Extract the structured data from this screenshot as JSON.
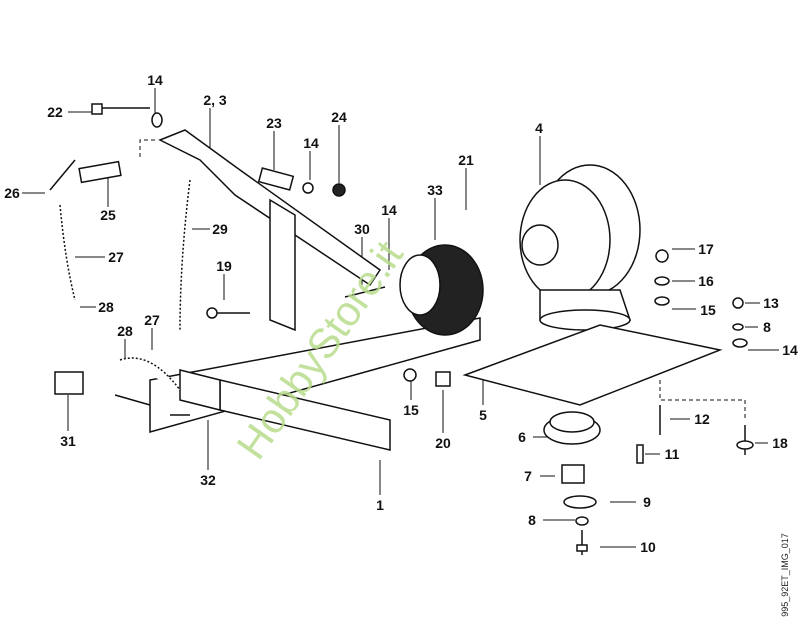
{
  "diagram": {
    "labels": [
      "14",
      "22",
      "2, 3",
      "23",
      "14",
      "24",
      "26",
      "25",
      "29",
      "27",
      "28",
      "19",
      "30",
      "14",
      "33",
      "21",
      "4",
      "17",
      "16",
      "15",
      "13",
      "8",
      "14",
      "28",
      "27",
      "31",
      "32",
      "15",
      "20",
      "5",
      "1",
      "12",
      "6",
      "11",
      "18",
      "7",
      "9",
      "8",
      "10"
    ],
    "image_code": "995_92ET_IMG_017",
    "watermark": "HobbyStore.it"
  }
}
